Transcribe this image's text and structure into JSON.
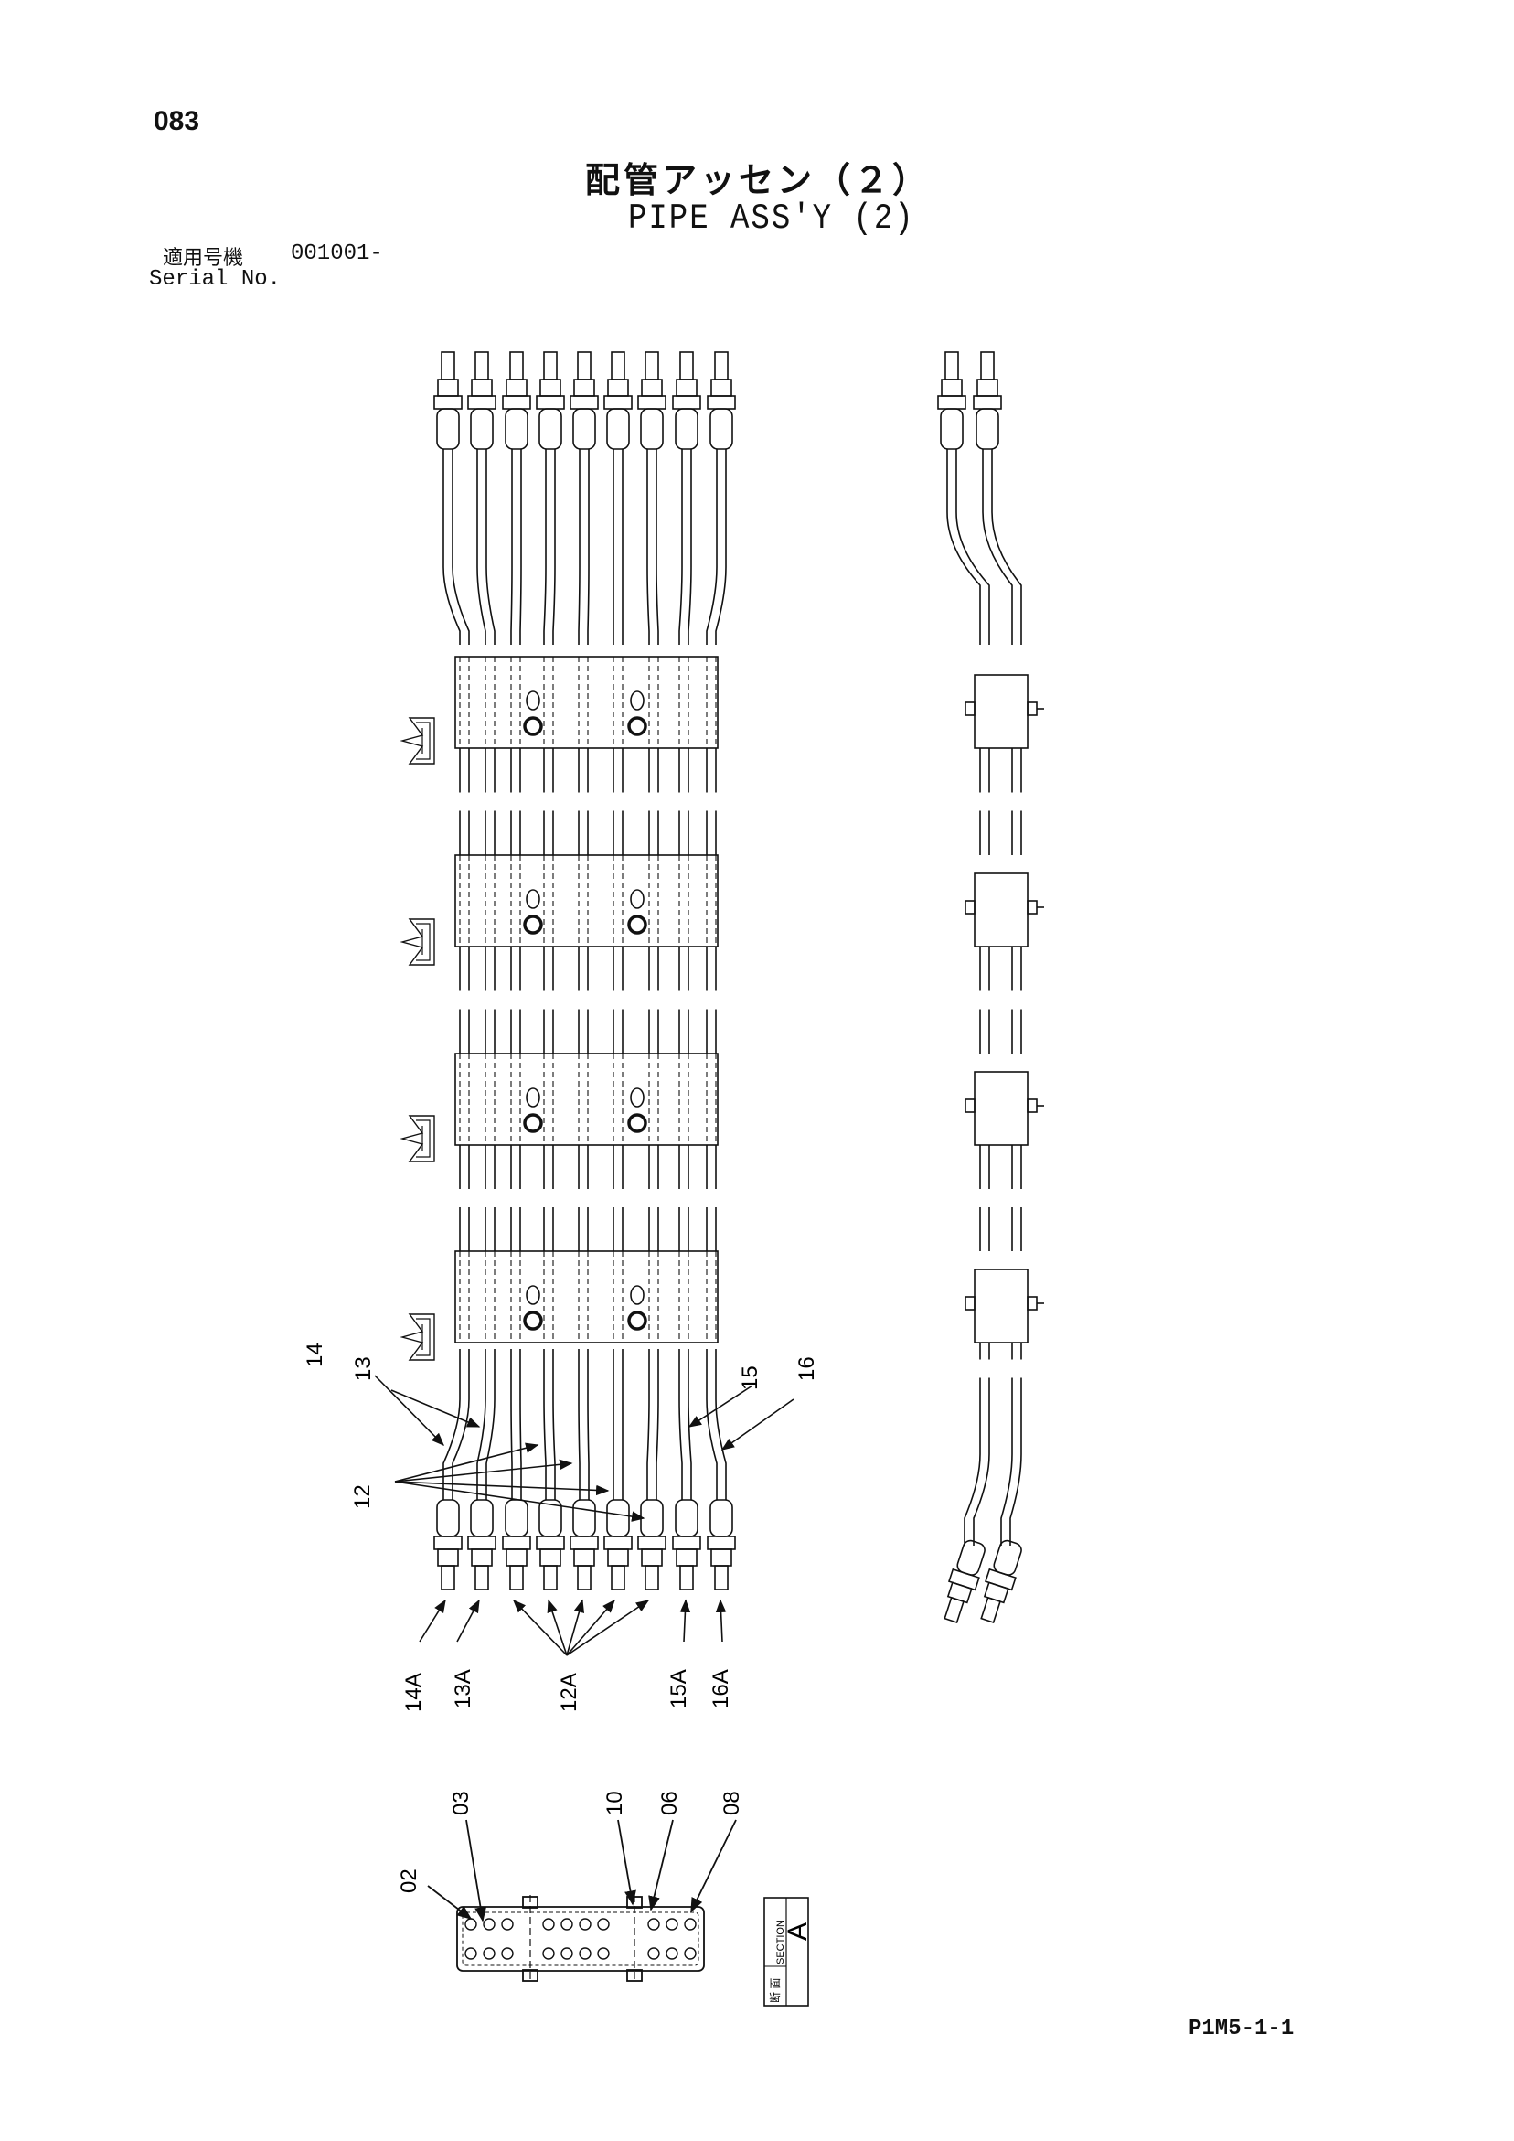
{
  "header": {
    "page_number": "083",
    "title_jp": "配管アッセン（２）",
    "title_en": "PIPE ASS'Y (2)",
    "serial_label_jp": "適用号機",
    "serial_value": "001001-",
    "serial_label_en": "Serial No."
  },
  "section_marker": {
    "letter": "A",
    "label_jp": "断 面",
    "label_en": "SECTION"
  },
  "callouts": {
    "c14": "14",
    "c13": "13",
    "c12": "12",
    "c15": "15",
    "c16": "16",
    "c14a": "14A",
    "c13a": "13A",
    "c12a": "12A",
    "c15a": "15A",
    "c16a": "16A",
    "c02": "02",
    "c03": "03",
    "c10": "10",
    "c06": "06",
    "c08": "08"
  },
  "footer": {
    "drawing_code": "P1M5-1-1"
  }
}
